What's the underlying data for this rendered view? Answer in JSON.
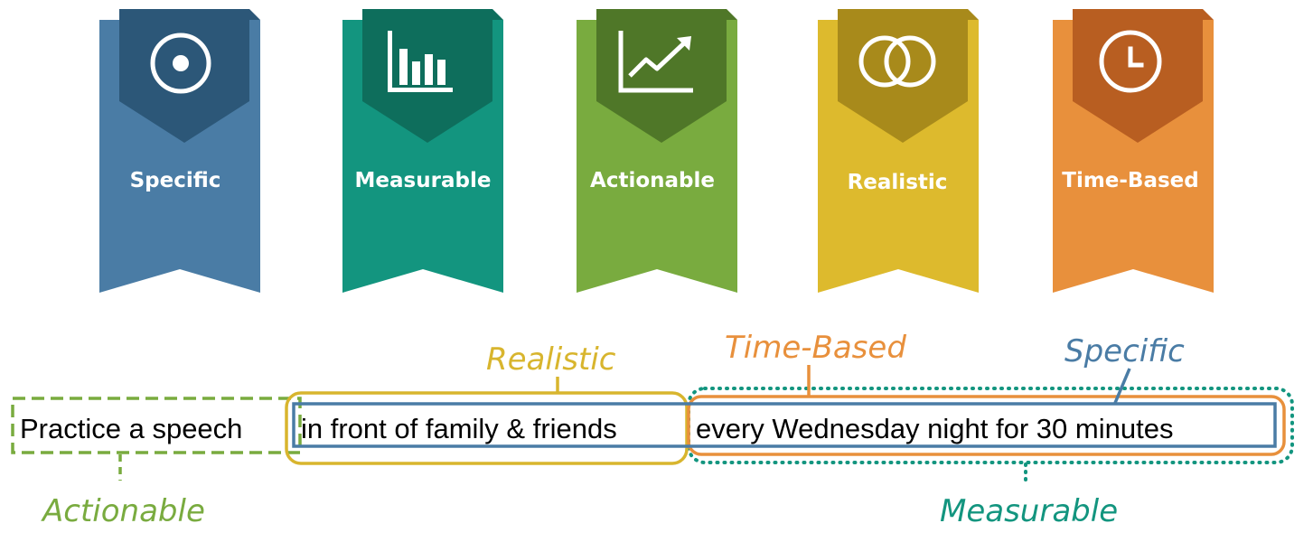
{
  "banners": [
    {
      "id": "specific",
      "label": "Specific",
      "icon": "target-icon",
      "color": "#4A7CA5",
      "dark": "#2C5778"
    },
    {
      "id": "measurable",
      "label": "Measurable",
      "icon": "bar-chart-icon",
      "color": "#13957F",
      "dark": "#0E6E5C"
    },
    {
      "id": "actionable",
      "label": "Actionable",
      "icon": "trend-line-icon",
      "color": "#79AB3F",
      "dark": "#4F7728"
    },
    {
      "id": "realistic",
      "label": "Realistic",
      "icon": "overlapping-circles-icon",
      "color": "#DDBA2D",
      "dark": "#A88A1B"
    },
    {
      "id": "time_based",
      "label": "Time-Based",
      "icon": "clock-icon",
      "color": "#E8903C",
      "dark": "#B85E21"
    }
  ],
  "sentence": {
    "part1": "Practice a speech",
    "part2": "in front of family & friends",
    "part3": "every Wednesday night for 30 minutes"
  },
  "annotations": {
    "actionable": {
      "label": "Actionable",
      "color": "#79AB3F"
    },
    "realistic": {
      "label": "Realistic",
      "color": "#D8B52E"
    },
    "time_based": {
      "label": "Time-Based",
      "color": "#E8903C"
    },
    "specific": {
      "label": "Specific",
      "color": "#4A7CA5"
    },
    "measurable": {
      "label": "Measurable",
      "color": "#13957F"
    }
  }
}
